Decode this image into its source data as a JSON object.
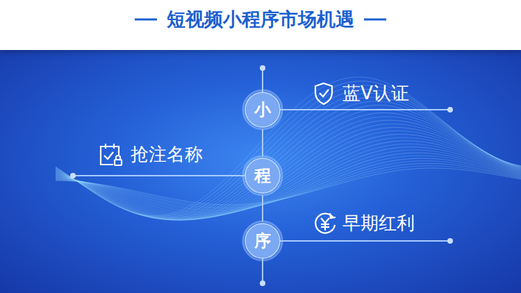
{
  "diagram": {
    "title": "短视频小程序市场机遇",
    "nodes": [
      {
        "text": [
          "小"
        ]
      },
      {
        "text": [
          "程"
        ]
      },
      {
        "text": [
          "序"
        ]
      }
    ],
    "edges": [
      {
        "from": 0,
        "to": 1,
        "arrow": "none"
      },
      {
        "from": 1,
        "to": 2,
        "arrow": "none"
      }
    ],
    "labels": [
      "蓝V认证",
      "抢注名称",
      "早期红利"
    ]
  }
}
